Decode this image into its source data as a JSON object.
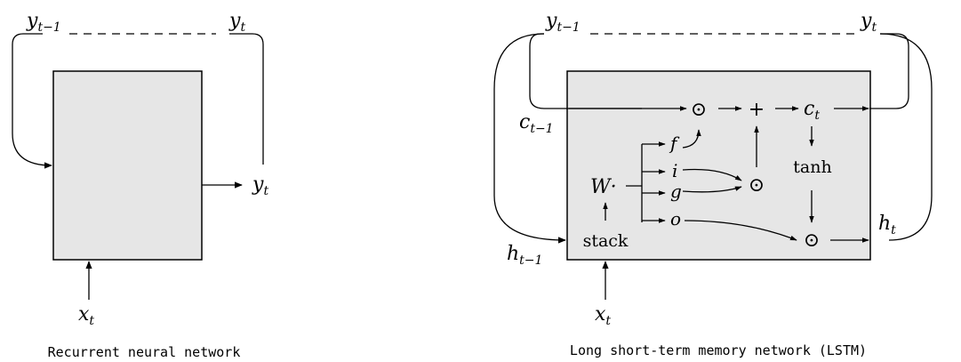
{
  "rnn": {
    "labels": {
      "y_prev": "y",
      "y_prev_sub": "t−1",
      "y_curr": "y",
      "y_curr_sub": "t",
      "y_out": "y",
      "y_out_sub": "t",
      "x_in": "x",
      "x_in_sub": "t"
    },
    "caption": "Recurrent neural network"
  },
  "lstm": {
    "labels": {
      "y_prev": "y",
      "y_prev_sub": "t−1",
      "y_curr": "y",
      "y_curr_sub": "t",
      "c_prev": "c",
      "c_prev_sub": "t−1",
      "h_prev": "h",
      "h_prev_sub": "t−1",
      "x_in": "x",
      "x_in_sub": "t",
      "c_t": "c",
      "c_t_sub": "t",
      "h_t": "h",
      "h_t_sub": "t",
      "W": "W·",
      "stack": "stack",
      "tanh": "tanh",
      "gate_f": "f",
      "gate_i": "i",
      "gate_g": "g",
      "gate_o": "o",
      "odot": "⊙",
      "plus": "+"
    },
    "caption": "Long short-term memory network (LSTM)"
  },
  "colors": {
    "box_fill": "#e6e6e6",
    "stroke": "#000000"
  }
}
